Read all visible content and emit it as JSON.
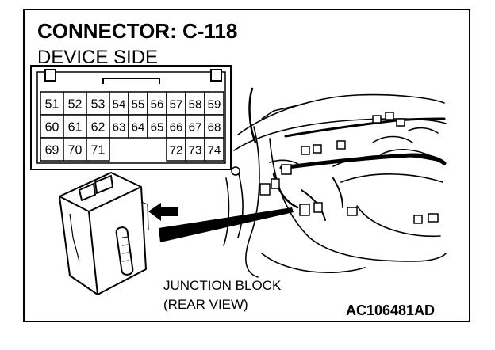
{
  "title": "CONNECTOR: C-118",
  "subtitle": "DEVICE SIDE",
  "connector": {
    "rows": [
      [
        "51",
        "52",
        "53",
        "54",
        "55",
        "56",
        "57",
        "58",
        "59"
      ],
      [
        "60",
        "61",
        "62",
        "63",
        "64",
        "65",
        "66",
        "67",
        "68"
      ],
      [
        "69",
        "70",
        "71",
        "",
        "",
        "",
        "72",
        "73",
        "74"
      ]
    ]
  },
  "caption": {
    "line1": "JUNCTION BLOCK",
    "line2": "(REAR VIEW)"
  },
  "figure_code": "AC106481AD"
}
